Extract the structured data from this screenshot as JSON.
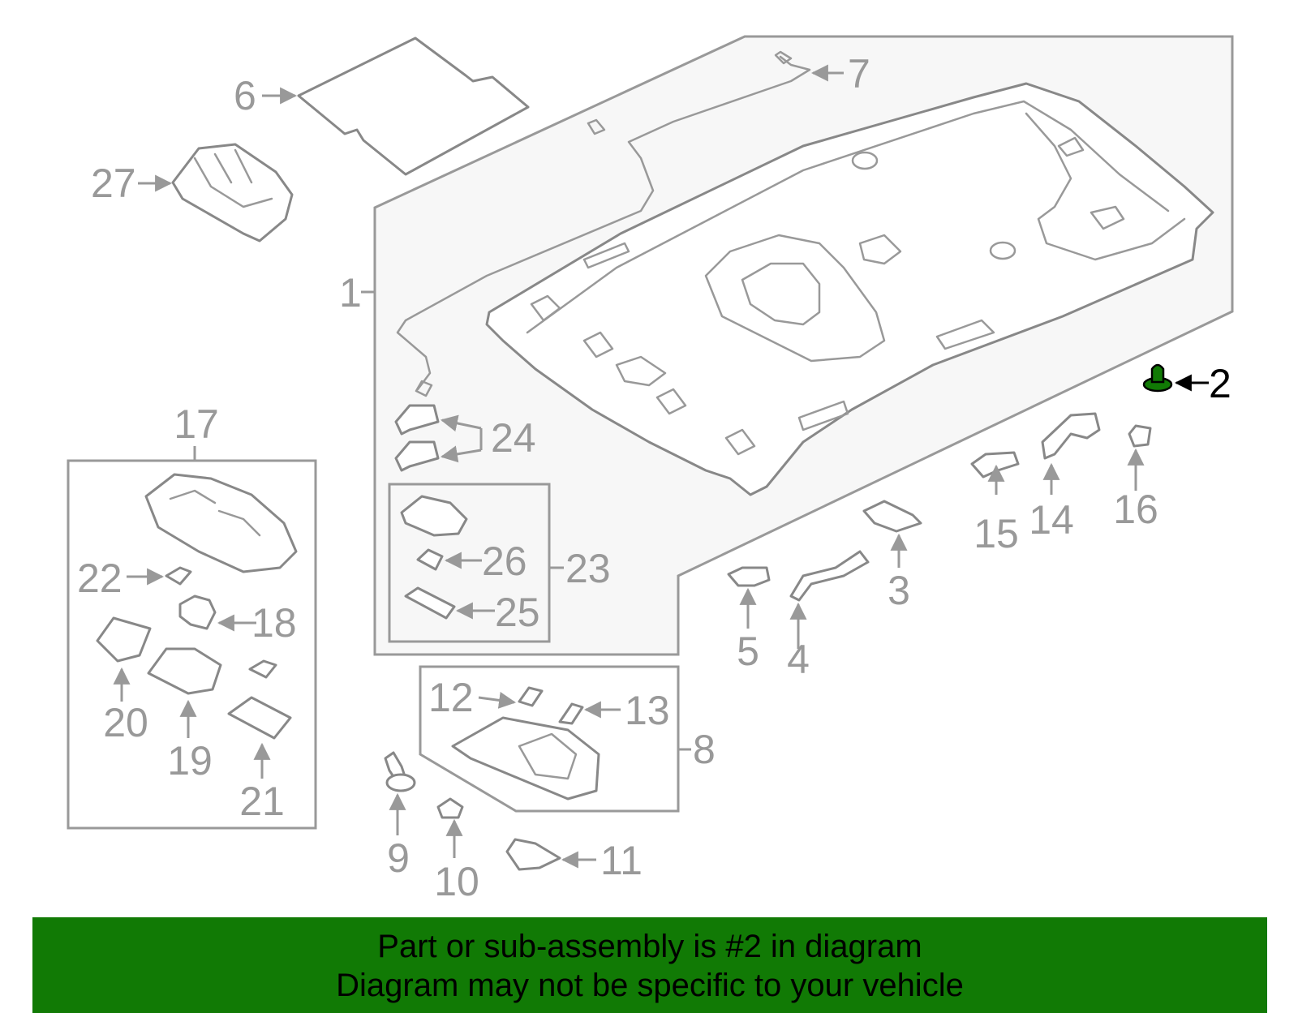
{
  "diagram": {
    "callouts": [
      {
        "id": "c1",
        "text": "1"
      },
      {
        "id": "c2",
        "text": "2"
      },
      {
        "id": "c3",
        "text": "3"
      },
      {
        "id": "c4",
        "text": "4"
      },
      {
        "id": "c5",
        "text": "5"
      },
      {
        "id": "c6",
        "text": "6"
      },
      {
        "id": "c7",
        "text": "7"
      },
      {
        "id": "c8",
        "text": "8"
      },
      {
        "id": "c9",
        "text": "9"
      },
      {
        "id": "c10",
        "text": "10"
      },
      {
        "id": "c11",
        "text": "11"
      },
      {
        "id": "c12",
        "text": "12"
      },
      {
        "id": "c13",
        "text": "13"
      },
      {
        "id": "c14",
        "text": "14"
      },
      {
        "id": "c15",
        "text": "15"
      },
      {
        "id": "c16",
        "text": "16"
      },
      {
        "id": "c17",
        "text": "17"
      },
      {
        "id": "c18",
        "text": "18"
      },
      {
        "id": "c19",
        "text": "19"
      },
      {
        "id": "c20",
        "text": "20"
      },
      {
        "id": "c21",
        "text": "21"
      },
      {
        "id": "c22",
        "text": "22"
      },
      {
        "id": "c23",
        "text": "23"
      },
      {
        "id": "c24",
        "text": "24"
      },
      {
        "id": "c25",
        "text": "25"
      },
      {
        "id": "c26",
        "text": "26"
      },
      {
        "id": "c27",
        "text": "27"
      }
    ],
    "highlighted_part": "2",
    "highlight_color": "#117a05",
    "callout_color": "#999999"
  },
  "banner": {
    "line1": "Part or sub-assembly is #2 in diagram",
    "line2": "Diagram may not be specific to your vehicle",
    "background": "#117a05"
  }
}
